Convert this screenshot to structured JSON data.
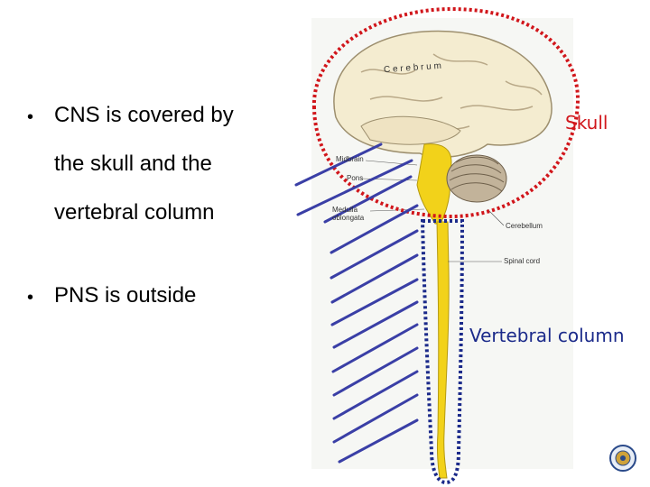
{
  "bullets": [
    {
      "lines": [
        "CNS is covered by",
        "the skull and the",
        "vertebral column"
      ]
    },
    {
      "lines": [
        "PNS is outside"
      ]
    }
  ],
  "bullet_glyph": "•",
  "labels": {
    "skull": "Skull",
    "vertebral_column": "Vertebral column"
  },
  "figure_labels": {
    "cerebrum": "C e r e b r u m",
    "midbrain": "Midbrain",
    "pons": "Pons",
    "medulla": "Medulla oblongata",
    "cerebellum": "Cerebellum",
    "spinal_cord": "Spinal cord"
  },
  "colors": {
    "skull_outline": "#d1161b",
    "vertebra_outline": "#1b2a8a",
    "hatch_lines": "#3a3fa6",
    "spinal_cord": "#f2d21a",
    "brain": "#f4ecd0",
    "text": "#000000"
  }
}
